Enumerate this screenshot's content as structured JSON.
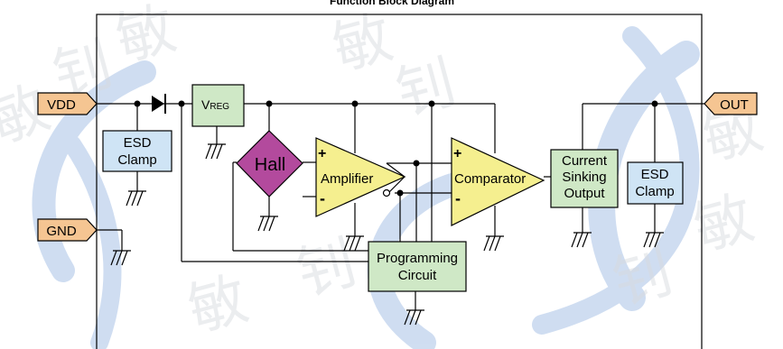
{
  "title": "Function Block Diagram",
  "pins": {
    "vdd": "VDD",
    "gnd": "GND",
    "out": "OUT"
  },
  "blocks": {
    "esd_clamp_left": [
      "ESD",
      "Clamp"
    ],
    "vreg_main": "V",
    "vreg_sub": "REG",
    "hall": "Hall",
    "amplifier": "Amplifier",
    "comparator": "Comparator",
    "programming": [
      "Programming",
      "Circuit"
    ],
    "current_sinking": [
      "Current",
      "Sinking",
      "Output"
    ],
    "esd_clamp_right": [
      "ESD",
      "Clamp"
    ]
  },
  "signs": {
    "amp_plus": "+",
    "amp_minus": "-",
    "comp_plus": "+",
    "comp_minus": "-"
  },
  "colors": {
    "pin_fill": "#f5c592",
    "esd_fill": "#cfe4f5",
    "vreg_fill": "#cfe8c6",
    "hall_fill": "#b34a9d",
    "amp_fill": "#f5ef8f",
    "prog_fill": "#cfe8c6",
    "wire": "#000000",
    "watermark_blue": "#5b8fd0"
  }
}
